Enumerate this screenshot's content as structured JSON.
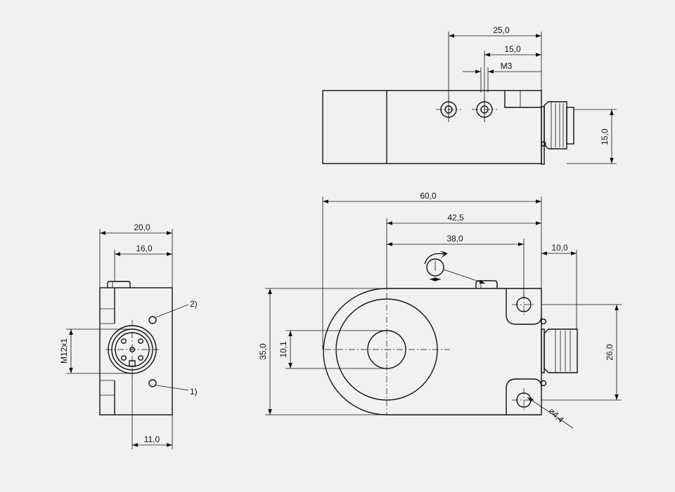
{
  "drawing": {
    "top_view": {
      "dim_25": "25,0",
      "dim_15w": "15,0",
      "dim_m3": "M3",
      "dim_15h": "15,0"
    },
    "side_view": {
      "dim_20": "20,0",
      "dim_16": "16,0",
      "dim_11": "11,0",
      "dim_m12": "M12x1",
      "callout_2": "2)",
      "callout_1": "1)"
    },
    "front_view": {
      "dim_60": "60,0",
      "dim_42_5": "42,5",
      "dim_38": "38,0",
      "dim_10": "10,0",
      "dim_35": "35,0",
      "dim_10_1": "10,1",
      "dim_26": "26,0",
      "dim_dia": "⌀4,4"
    }
  }
}
